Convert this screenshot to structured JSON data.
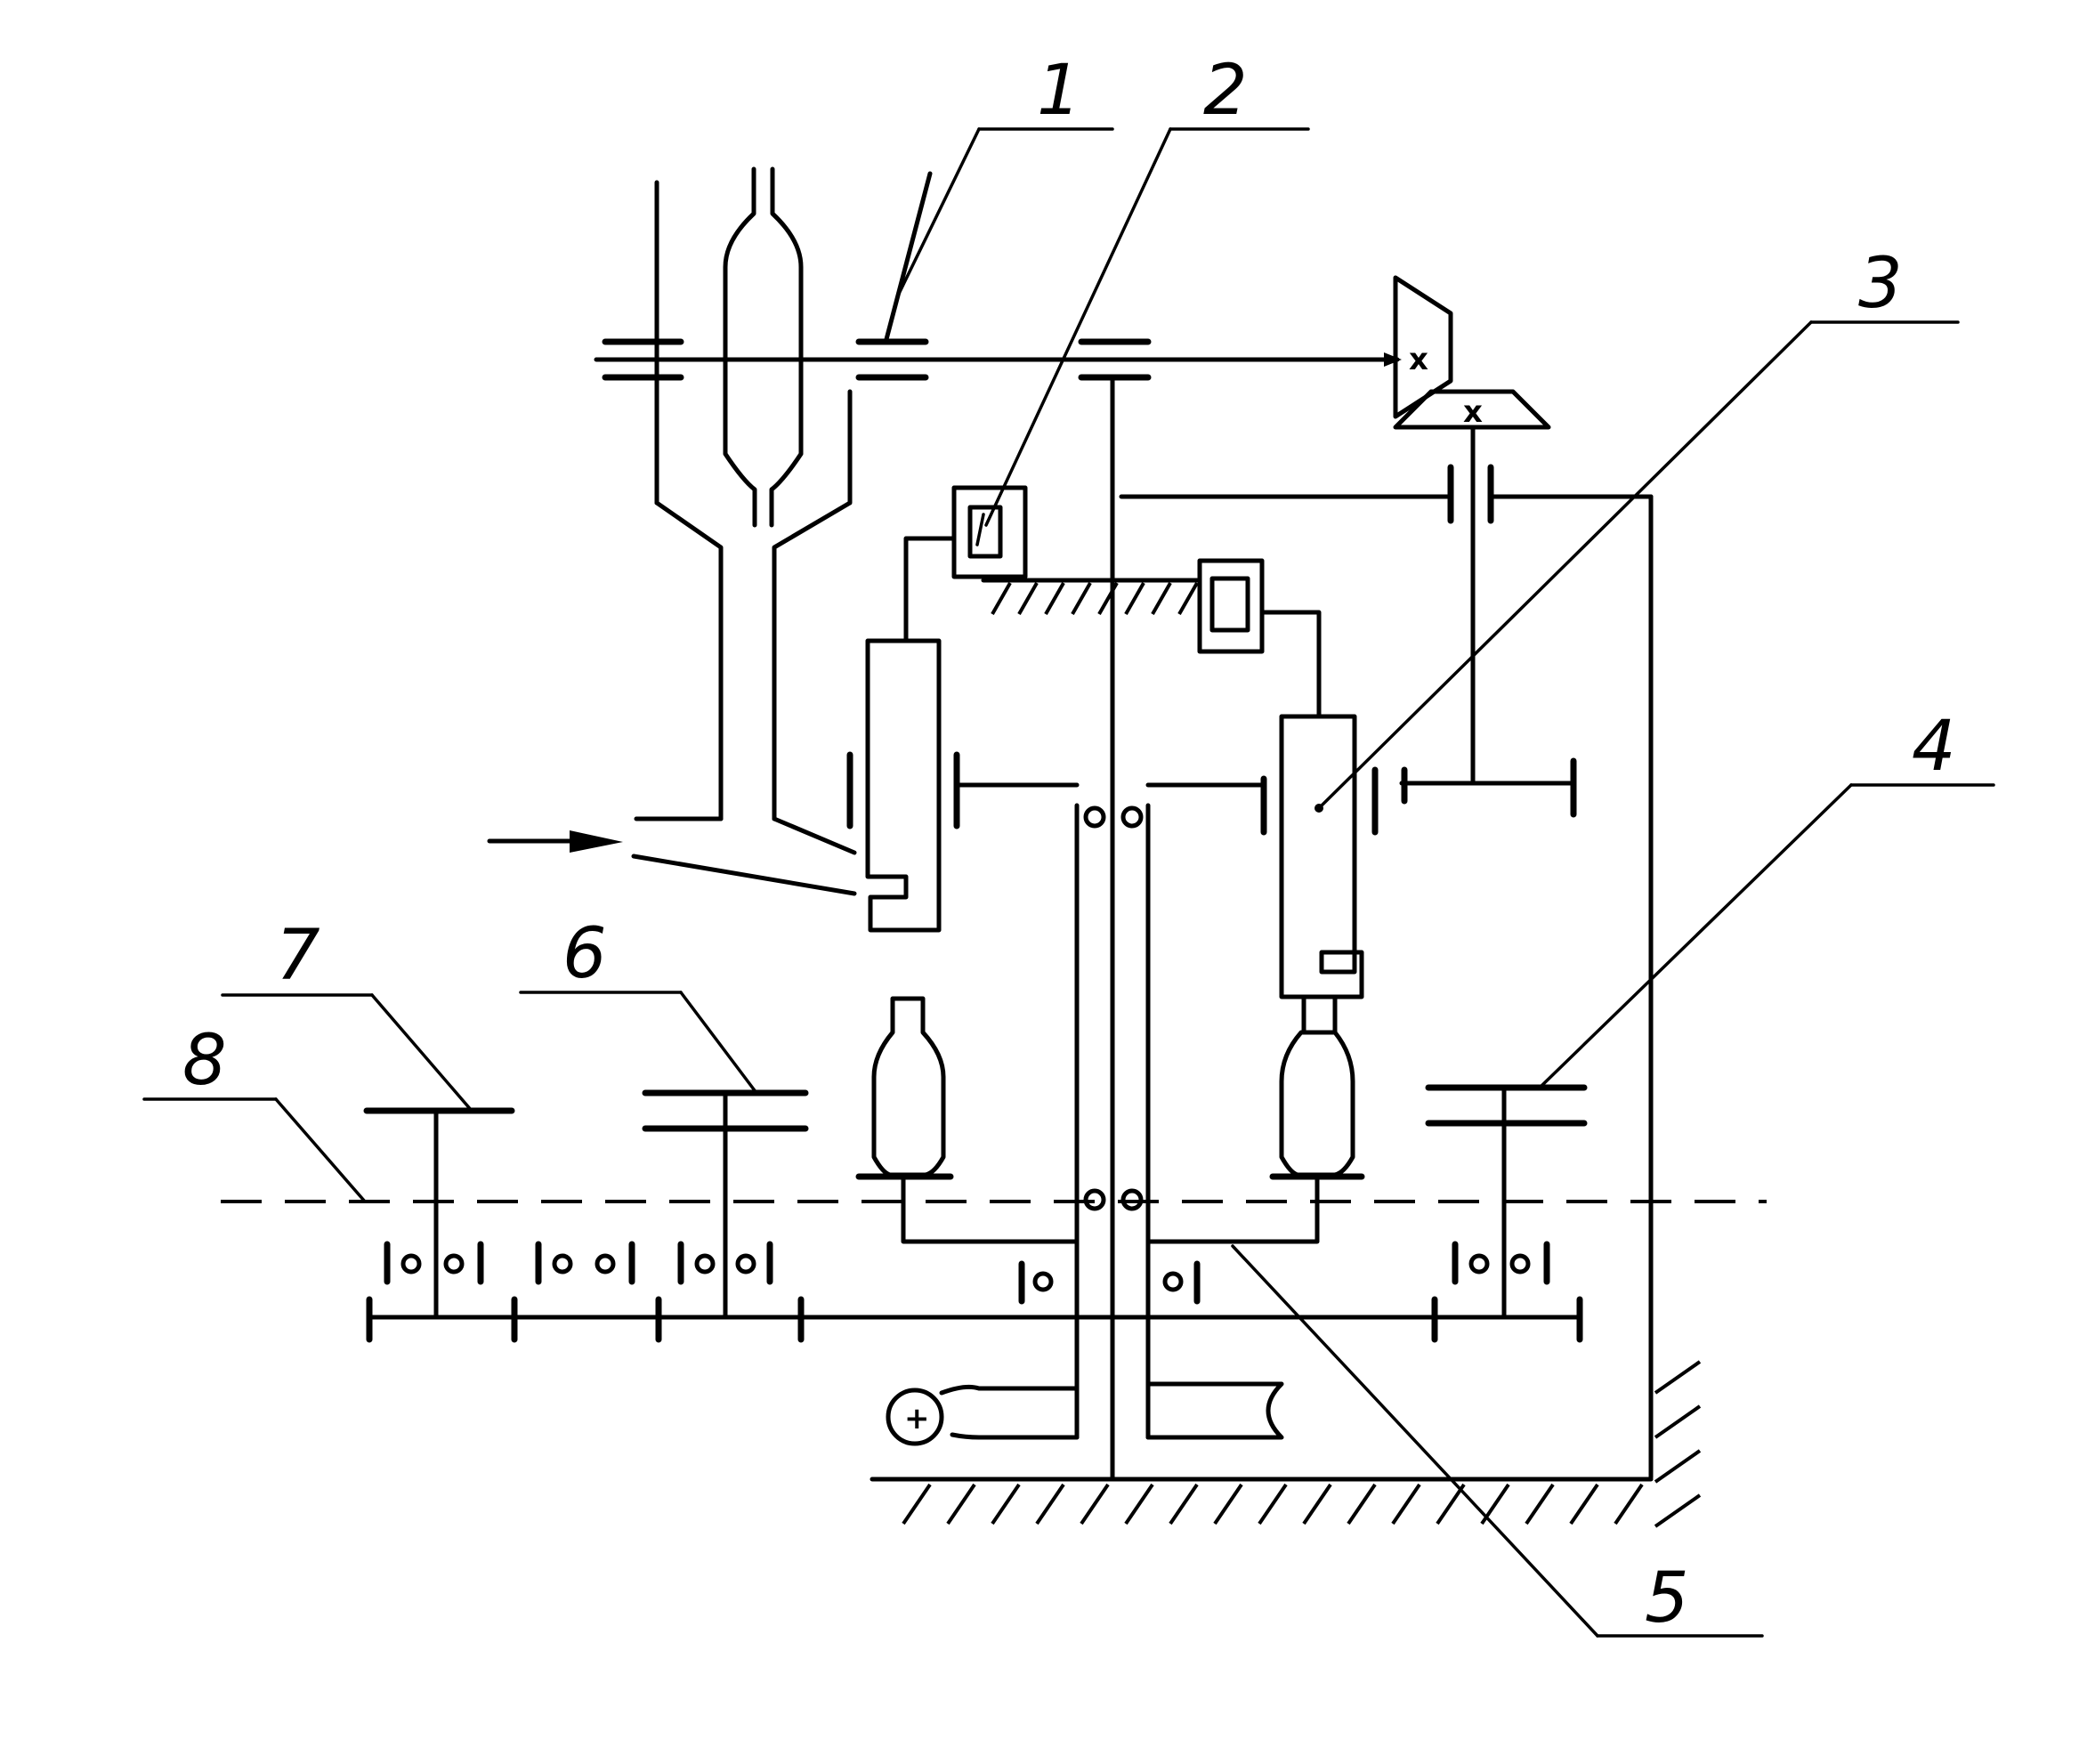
{
  "diagram": {
    "labels": {
      "l1": "1",
      "l2": "2",
      "l3": "3",
      "l4": "4",
      "l5": "5",
      "l6": "6",
      "l7": "7",
      "l8": "8"
    },
    "bevel_gear_marks": [
      "x",
      "x"
    ],
    "motor_symbol": "+"
  }
}
